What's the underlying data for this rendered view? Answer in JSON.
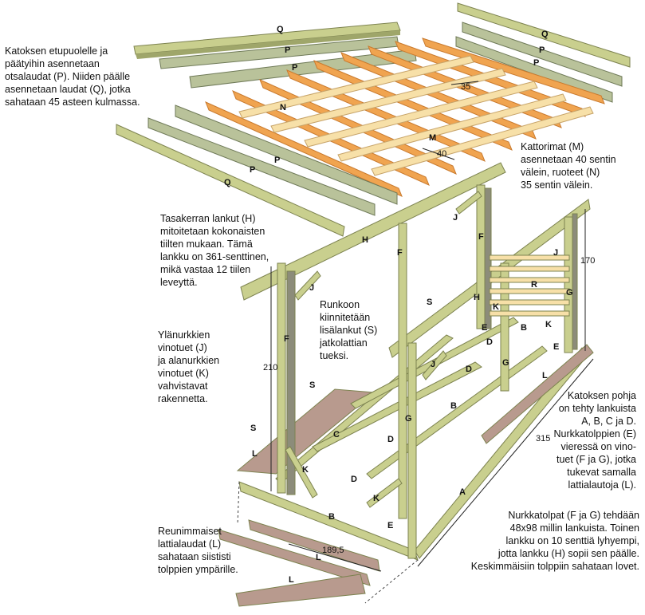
{
  "notes": {
    "fascia": "Katoksen etupuolelle ja\npäätyihin asennetaan\notsalaudat (P). Niiden päälle\nasennetaan laudat (Q), jotka\nsahataan 45 asteen kulmassa.",
    "rafters": "Kattorimat (M)\nasennetaan 40 sentin\nvälein, ruoteet (N)\n35 sentin välein.",
    "beam": "Tasakerran lankut (H)\nmitoitetaan kokonaisten\ntiilten mukaan. Tämä\nlankku on 361-senttinen,\nmikä vastaa 12 tiilen\nleveyttä.",
    "frame": "Runkoon\nkiinnitetään\nlisälankut (S)\njatkolattian\ntueksi.",
    "braces": "Ylänurkkien\nvinotuet (J)\nja alanurkkien\nvinotuet (K)\nvahvistavat\nrakennetta.",
    "base": "Katoksen pohja\non tehty lankuista\nA, B, C ja D.\nNurkkatolppien (E)\nvieressä on vino-\ntuet (F ja G), jotka\ntukevat samalla\nlattialautoja (L).",
    "floorboards": "Reunimmaiset\nlattialaudat (L)\nsahataan siististi\ntolppien ympärille.",
    "posts": "Nurkkatolpat (F ja G) tehdään\n48x98 millin lankuista. Toinen\nlankku on 10 senttiä lyhyempi,\njotta lankku (H) sopii sen päälle.\nKeskimmäisiin tolppiin sahataan lovet."
  },
  "dimensions": {
    "rafter_spacing": "40",
    "batten_spacing": "35",
    "height_front": "210",
    "height_back": "170",
    "width": "189,5",
    "length": "315"
  },
  "part_labels": {
    "A": "A",
    "B": "B",
    "C": "C",
    "D": "D",
    "E": "E",
    "F": "F",
    "G": "G",
    "H": "H",
    "J": "J",
    "K": "K",
    "L": "L",
    "M": "M",
    "N": "N",
    "P": "P",
    "Q": "Q",
    "R": "R",
    "S": "S"
  },
  "colors": {
    "timber_green": "#c9cf8e",
    "timber_dark": "#9fa66a",
    "rafter_orange": "#f0a450",
    "batten_light": "#f7e0a8",
    "floor_pink": "#b89a8e",
    "post_grey": "#8c8c7a"
  }
}
